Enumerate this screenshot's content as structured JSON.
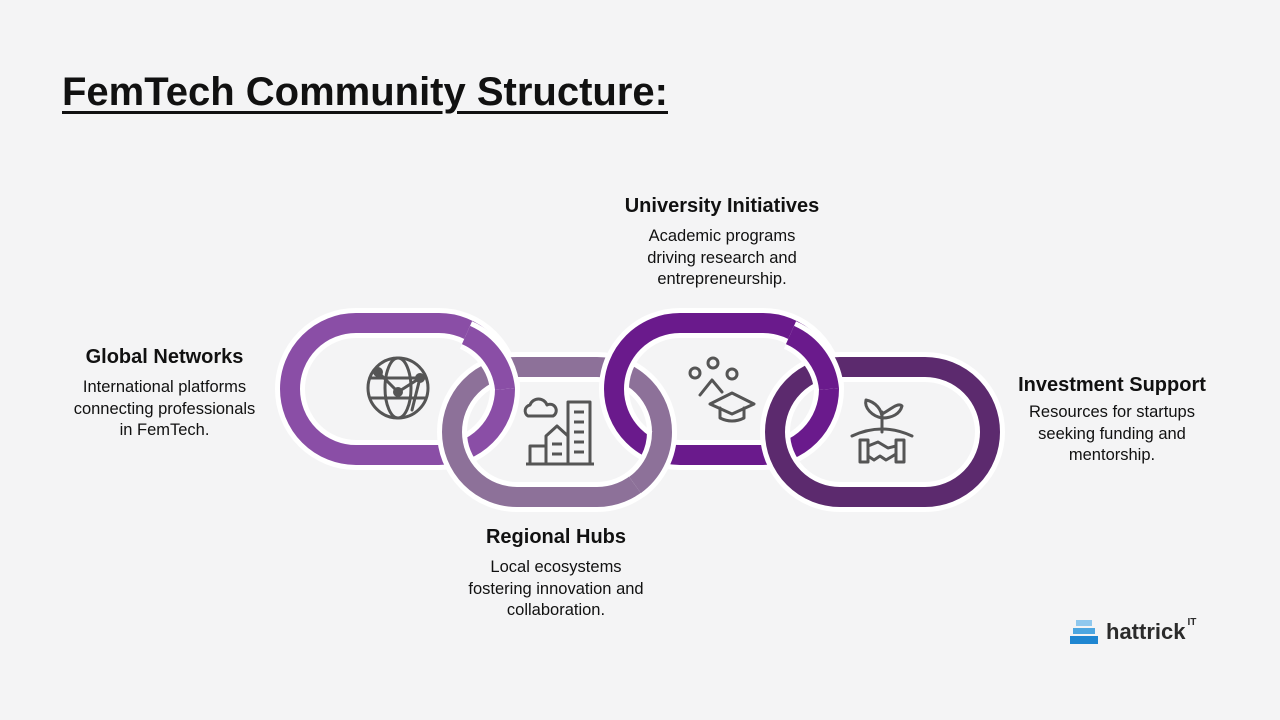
{
  "title": "FemTech Community Structure:",
  "colors": {
    "global": "#8a4ea6",
    "regional": "#8d7199",
    "university": "#6a1a8c",
    "investment": "#5c2a6e"
  },
  "items": [
    {
      "heading": "Global Networks",
      "desc": "International platforms\nconnecting professionals\nin FemTech.",
      "icon": "globe-network-icon"
    },
    {
      "heading": "Regional Hubs",
      "desc": "Local ecosystems\nfostering innovation and\ncollaboration.",
      "icon": "city-buildings-icon"
    },
    {
      "heading": "University Initiatives",
      "desc": "Academic programs\ndriving research and\nentrepreneurship.",
      "icon": "graduation-cap-icon"
    },
    {
      "heading": "Investment Support",
      "desc": "Resources for startups\nseeking funding and\nmentorship.",
      "icon": "handshake-plant-icon"
    }
  ],
  "logo": {
    "text": "hattrick",
    "sup": "IT"
  }
}
